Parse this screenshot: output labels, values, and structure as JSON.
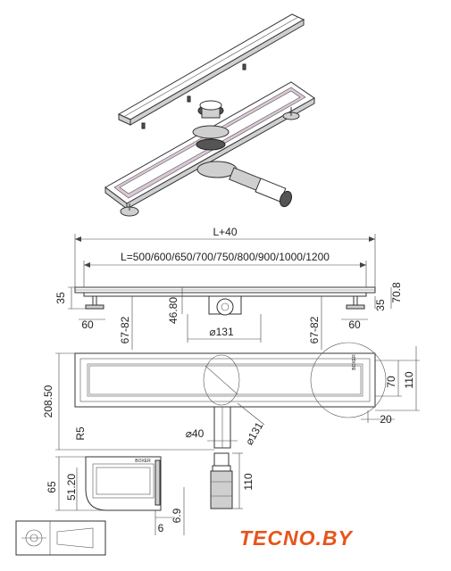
{
  "dimensions": {
    "overall_length": "L+40",
    "length_options": "L=500/600/650/700/750/800/900/1000/1200",
    "foot_height_left": "35",
    "foot_width_left": "60",
    "foot_range_left": "67-82",
    "outlet_height": "46.80",
    "outlet_diameter": "⌀131",
    "foot_range_right": "67-82",
    "foot_width_right": "60",
    "foot_height_right": "35",
    "total_height": "70.8",
    "depth": "208.50",
    "radius": "R5",
    "pipe_diameter": "⌀40",
    "flange_diameter": "⌀131",
    "circle_height_70": "70",
    "circle_height_110": "110",
    "circle_offset": "20",
    "pipe_length": "110",
    "section_height": "65",
    "section_inner": "51.20",
    "section_width": "6",
    "section_depth": "6.9"
  },
  "branding": {
    "product_label_top": "BOXER",
    "product_label_side": "BOXER",
    "logo_text": "TECNO.BY",
    "logo_color": "#e8541b"
  }
}
